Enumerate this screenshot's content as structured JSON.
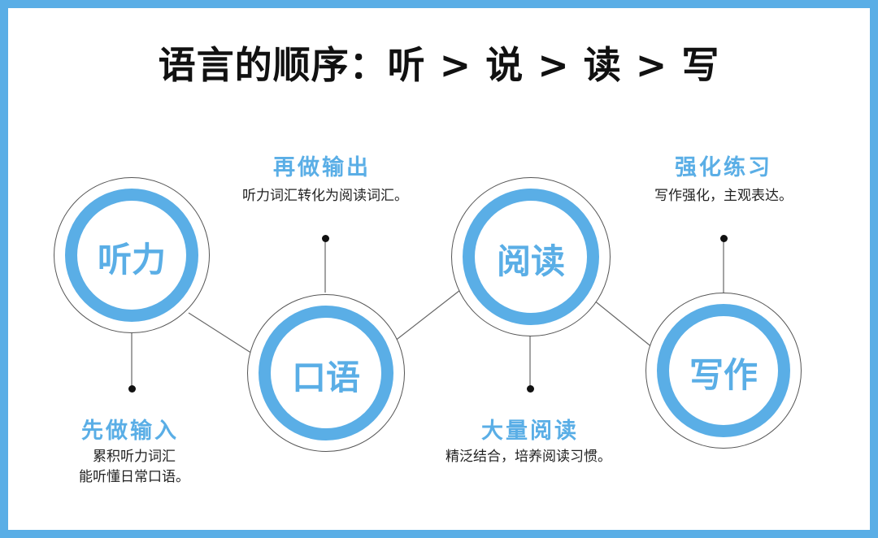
{
  "title": "语言的顺序：听 > 说 > 读 > 写",
  "accent_color": "#5aaee6",
  "nodes": [
    {
      "label": "听力"
    },
    {
      "label": "口语"
    },
    {
      "label": "阅读"
    },
    {
      "label": "写作"
    }
  ],
  "steps": [
    {
      "title": "先做输入",
      "desc": [
        "累积听力词汇",
        "能听懂日常口语。"
      ]
    },
    {
      "title": "再做输出",
      "desc": [
        "听力词汇转化为阅读词汇。"
      ]
    },
    {
      "title": "大量阅读",
      "desc": [
        "精泛结合，培养阅读习惯。"
      ]
    },
    {
      "title": "强化练习",
      "desc": [
        "写作强化，主观表达。"
      ]
    }
  ]
}
